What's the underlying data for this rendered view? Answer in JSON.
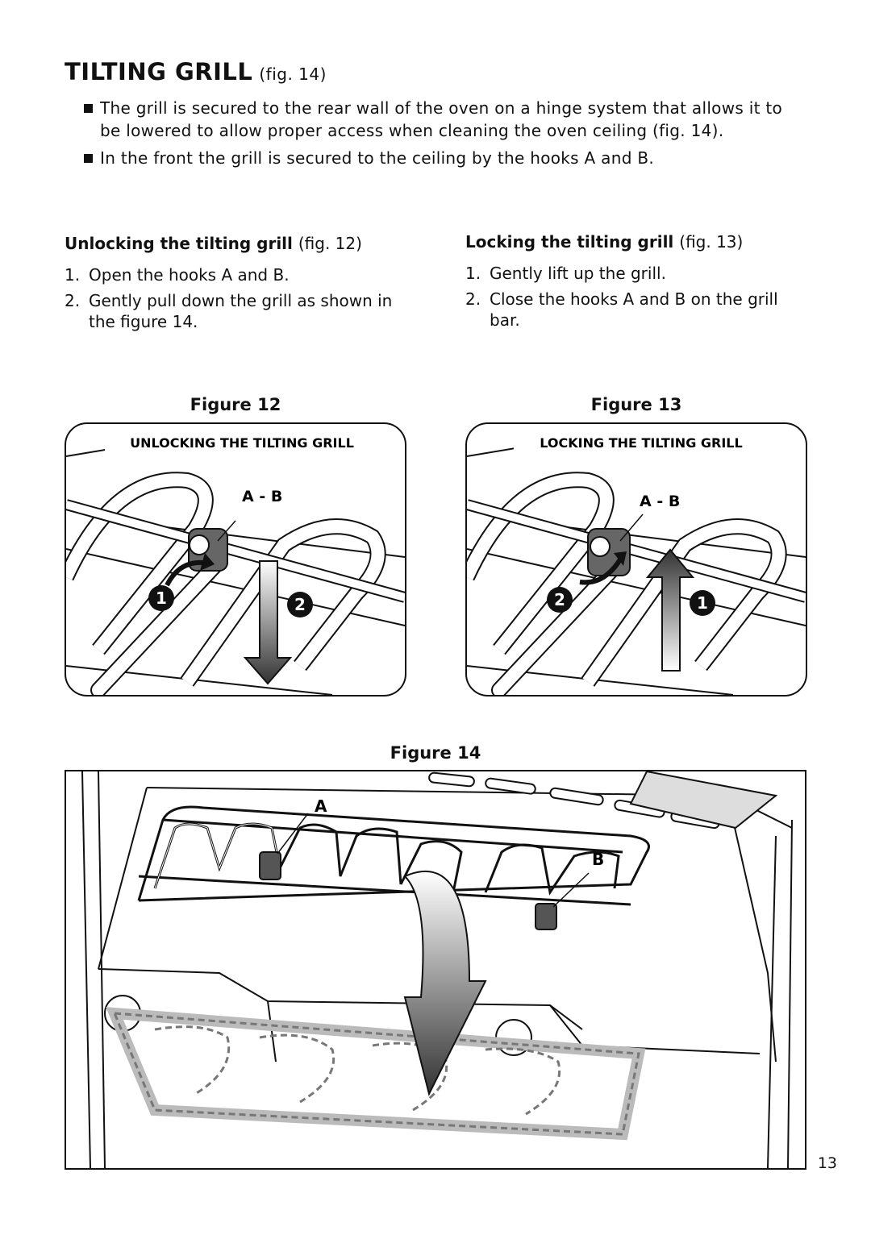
{
  "title": {
    "text": "TILTING GRILL",
    "ref": "(fig. 14)"
  },
  "bullets": [
    "The grill is secured to the rear wall of the oven on a hinge system that allows it to be lowered to allow proper access when cleaning the oven ceiling (fig. 14).",
    "In the front the grill is secured to the ceiling by the hooks A and B."
  ],
  "unlocking": {
    "heading": "Unlocking the tilting grill",
    "ref": "(fig. 12)",
    "steps": [
      {
        "num": "1.",
        "text": "Open the hooks A and B."
      },
      {
        "num": "2.",
        "text": "Gently pull down the grill as shown in the figure 14."
      }
    ]
  },
  "locking": {
    "heading": "Locking the tilting grill",
    "ref": "(fig. 13)",
    "steps": [
      {
        "num": "1.",
        "text": "Gently lift up the grill."
      },
      {
        "num": "2.",
        "text": "Close the hooks A and B on the grill bar."
      }
    ]
  },
  "figure12": {
    "caption": "Figure 12",
    "panel_title": "UNLOCKING THE TILTING GRILL",
    "hook_label": "A - B",
    "step1": "1",
    "step2": "2"
  },
  "figure13": {
    "caption": "Figure 13",
    "panel_title": "LOCKING THE TILTING GRILL",
    "hook_label": "A - B",
    "step1": "1",
    "step2": "2"
  },
  "figure14": {
    "caption": "Figure 14",
    "label_a": "A",
    "label_b": "B"
  },
  "page_number": "13"
}
